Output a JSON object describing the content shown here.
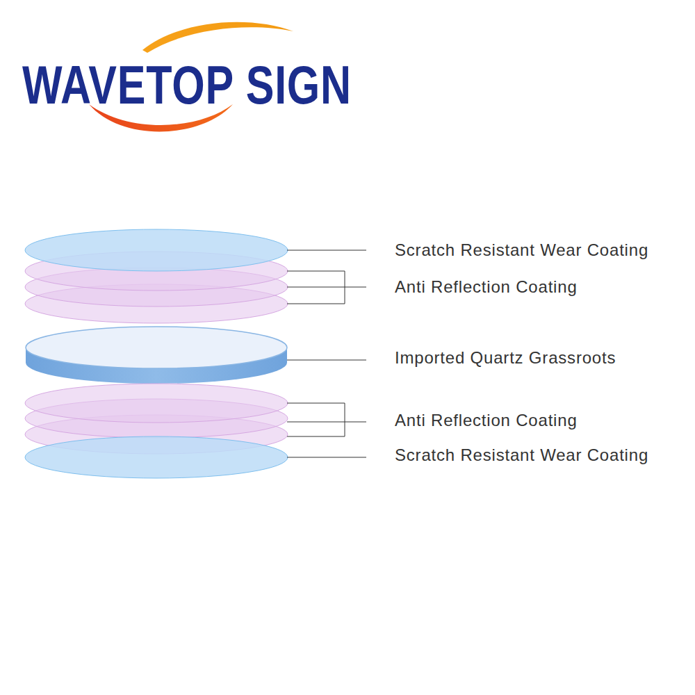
{
  "diagram": {
    "labels": [
      "WAVETOP SIGN",
      "Scratch Resistant Wear Coating",
      "Anti Reflection Coating",
      "Imported Quartz Grassroots",
      "Anti Reflection Coating",
      "Scratch Resistant Wear Coating"
    ]
  }
}
